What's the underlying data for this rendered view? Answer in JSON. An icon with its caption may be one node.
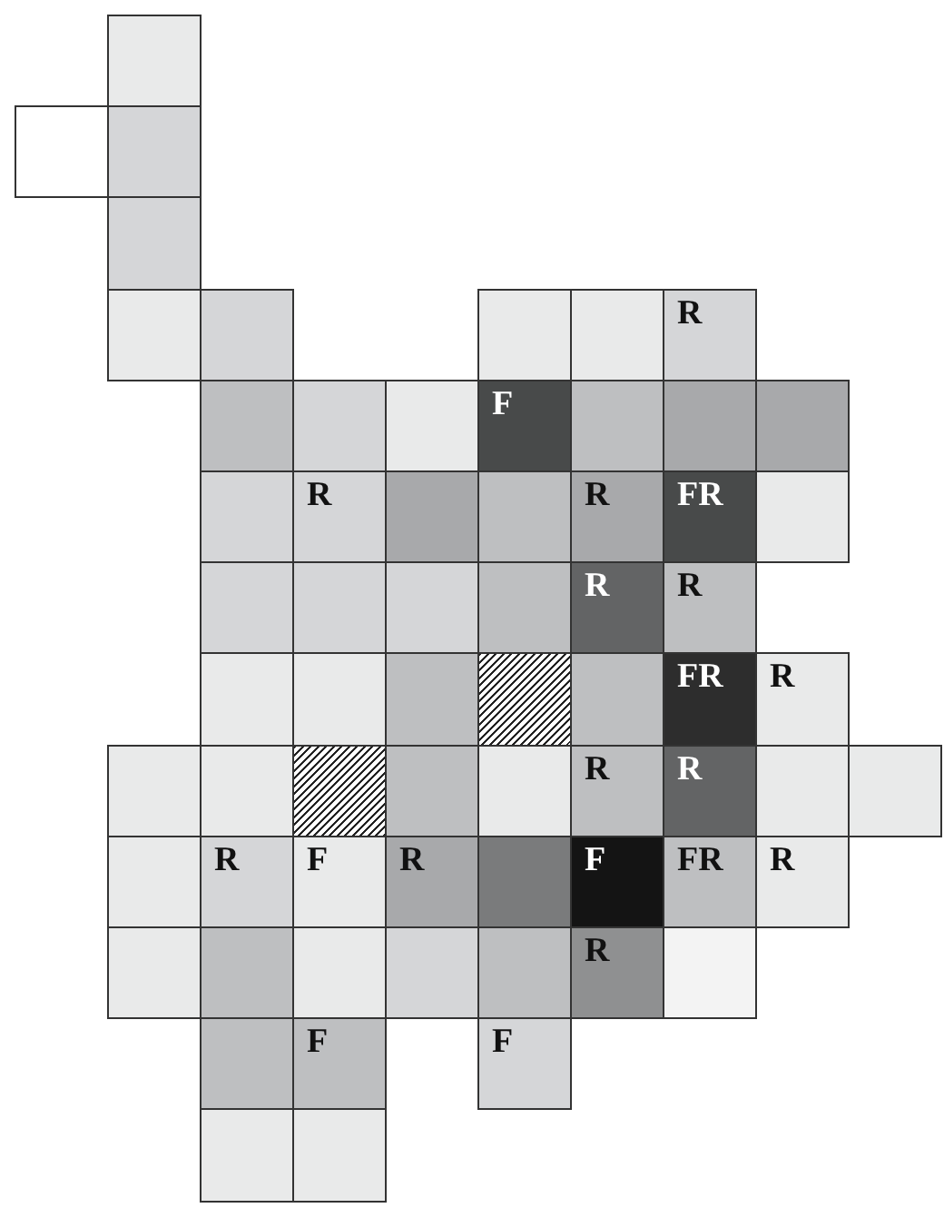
{
  "diagram": {
    "nodes": [
      {
        "text": [],
        "shape": "box"
      },
      {
        "text": [],
        "shape": "box"
      },
      {
        "text": [],
        "shape": "box"
      },
      {
        "text": [],
        "shape": "box"
      },
      {
        "text": [],
        "shape": "box"
      },
      {
        "text": [],
        "shape": "box"
      },
      {
        "text": [],
        "shape": "box"
      },
      {
        "text": [],
        "shape": "box"
      },
      {
        "text": [
          "R"
        ]
      },
      {
        "text": [],
        "shape": "box"
      },
      {
        "text": [],
        "shape": "box"
      },
      {
        "text": [],
        "shape": "box"
      },
      {
        "text": [
          "F"
        ]
      },
      {
        "text": [],
        "shape": "box"
      },
      {
        "text": [],
        "shape": "box"
      },
      {
        "text": [],
        "shape": "box"
      },
      {
        "text": [],
        "shape": "box"
      },
      {
        "text": [
          "R"
        ]
      },
      {
        "text": [],
        "shape": "box"
      },
      {
        "text": [],
        "shape": "box"
      },
      {
        "text": [
          "R"
        ]
      },
      {
        "text": [
          "FR"
        ]
      },
      {
        "text": [],
        "shape": "box"
      },
      {
        "text": [],
        "shape": "box"
      },
      {
        "text": [],
        "shape": "box"
      },
      {
        "text": [],
        "shape": "box"
      },
      {
        "text": [],
        "shape": "box"
      },
      {
        "text": [
          "R"
        ]
      },
      {
        "text": [
          "R"
        ]
      },
      {
        "text": [],
        "shape": "box"
      },
      {
        "text": [],
        "shape": "box"
      },
      {
        "text": [],
        "shape": "box"
      },
      {
        "text": [],
        "shape": "box"
      },
      {
        "text": [],
        "shape": "box"
      },
      {
        "text": [
          "FR"
        ]
      },
      {
        "text": [
          "R"
        ]
      },
      {
        "text": [],
        "shape": "box"
      },
      {
        "text": [],
        "shape": "box"
      },
      {
        "text": [],
        "shape": "box"
      },
      {
        "text": [],
        "shape": "box"
      },
      {
        "text": [],
        "shape": "box"
      },
      {
        "text": [
          "R"
        ]
      },
      {
        "text": [
          "R"
        ]
      },
      {
        "text": [],
        "shape": "box"
      },
      {
        "text": [],
        "shape": "box"
      },
      {
        "text": [],
        "shape": "box"
      },
      {
        "text": [
          "R"
        ]
      },
      {
        "text": [
          "F"
        ]
      },
      {
        "text": [
          "R"
        ]
      },
      {
        "text": [],
        "shape": "box"
      },
      {
        "text": [
          "F"
        ]
      },
      {
        "text": [
          "FR"
        ]
      },
      {
        "text": [
          "R"
        ]
      },
      {
        "text": [],
        "shape": "box"
      },
      {
        "text": [],
        "shape": "box"
      },
      {
        "text": [],
        "shape": "box"
      },
      {
        "text": [],
        "shape": "box"
      },
      {
        "text": [],
        "shape": "box"
      },
      {
        "text": [
          "R"
        ]
      },
      {
        "text": [],
        "shape": "box"
      },
      {
        "text": [],
        "shape": "box"
      },
      {
        "text": [
          "F"
        ]
      },
      {
        "text": [
          "F"
        ]
      },
      {
        "text": [],
        "shape": "box"
      },
      {
        "text": [],
        "shape": "box"
      }
    ]
  }
}
